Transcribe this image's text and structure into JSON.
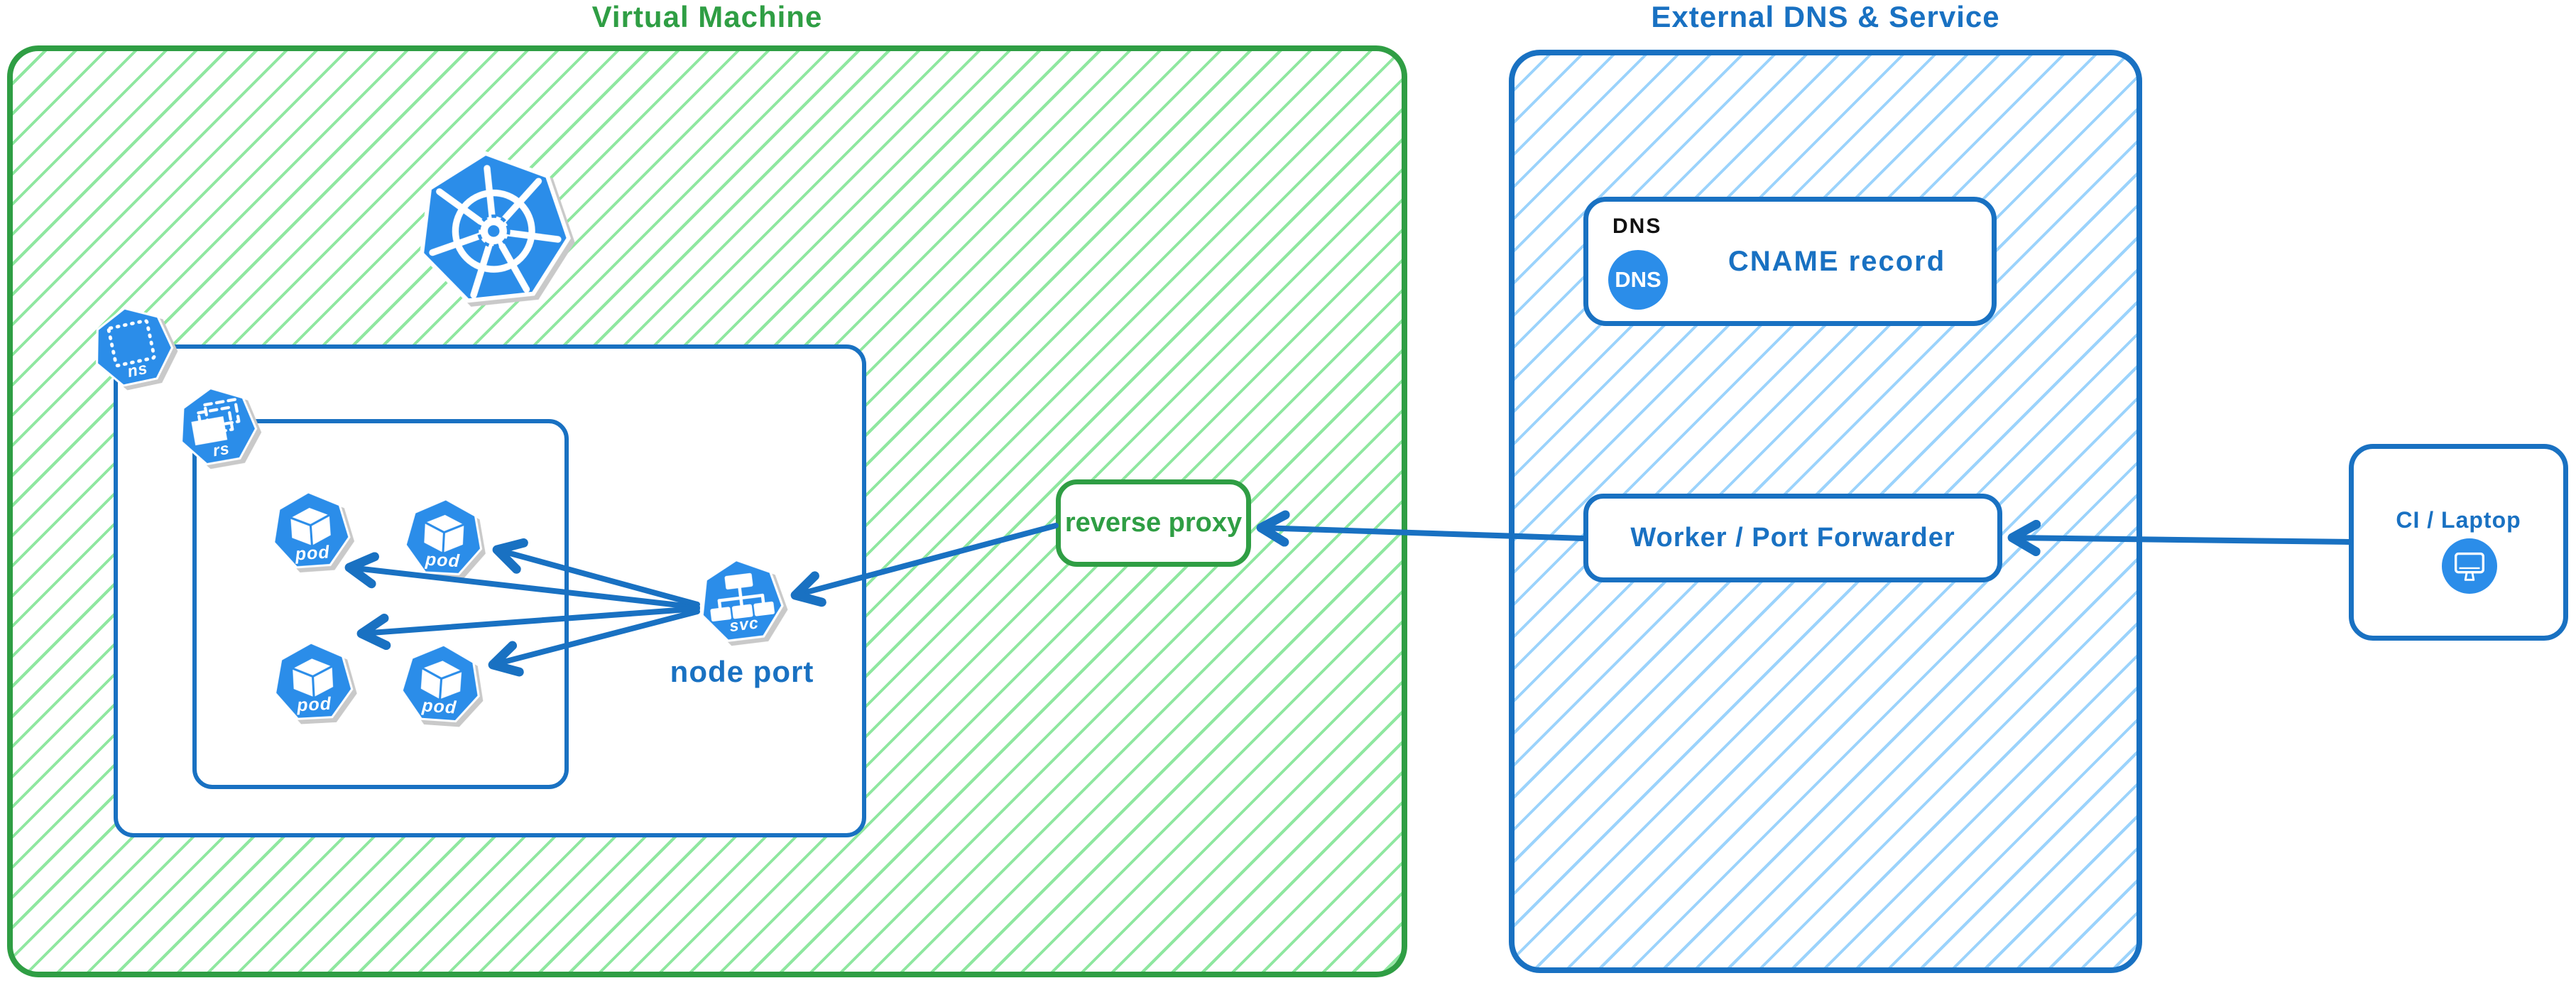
{
  "colors": {
    "green_stroke": "#2f9e44",
    "green_hatch": "#8fe7a0",
    "blue_stroke": "#1971c2",
    "blue_hatch": "#9bd3fc",
    "icon_blue": "#2b8de9",
    "shadow_gray": "#c9c9c9",
    "black_text": "#111111"
  },
  "groups": {
    "vm": {
      "title": "Virtual Machine"
    },
    "external": {
      "title": "External DNS & Service"
    }
  },
  "cluster": {
    "namespace_badge": "ns",
    "replicaset_badge": "rs",
    "pods": [
      {
        "label": "pod"
      },
      {
        "label": "pod"
      },
      {
        "label": "pod"
      },
      {
        "label": "pod"
      }
    ],
    "service": {
      "badge": "svc",
      "caption": "node port"
    }
  },
  "reverse_proxy": {
    "label": "reverse proxy"
  },
  "dns_card": {
    "tag": "DNS",
    "icon_text": "DNS",
    "label": "CNAME record"
  },
  "worker": {
    "label": "Worker / Port Forwarder"
  },
  "client": {
    "label": "CI / Laptop"
  }
}
